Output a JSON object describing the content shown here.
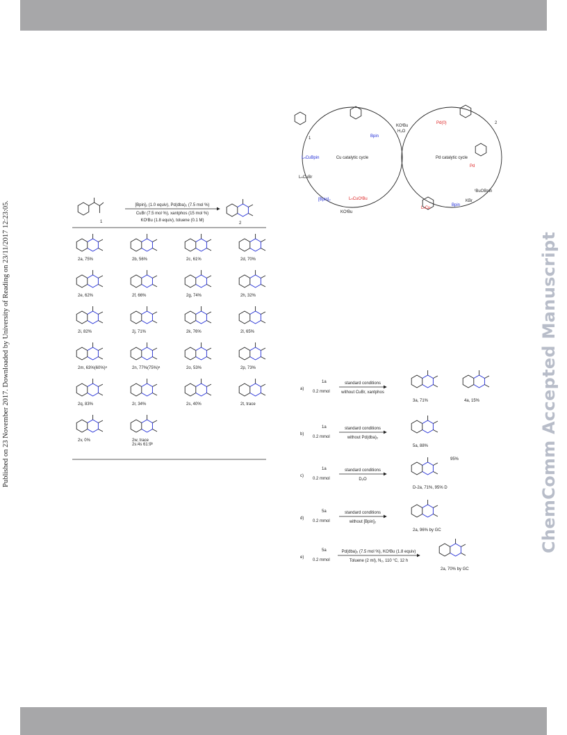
{
  "side_note": "Published on 23 November 2017. Downloaded by University of Reading on 23/11/2017 12:23:05.",
  "watermark": "ChemComm Accepted Manuscript",
  "scope": {
    "conditions": [
      "[Bpin]₂ (1.0 equiv), Pd(dba)₂ (7.5 mol %)",
      "CuBr (7.5 mol %), xantphos (15 mol %)",
      "KOᵗBu (1.8 equiv), toluene (0.1 M)"
    ],
    "reactant_label": "1",
    "product_label": "2",
    "products": [
      {
        "id": "2a",
        "yield": "75%"
      },
      {
        "id": "2b",
        "yield": "56%"
      },
      {
        "id": "2c",
        "yield": "61%"
      },
      {
        "id": "2d",
        "yield": "70%"
      },
      {
        "id": "2e",
        "yield": "62%"
      },
      {
        "id": "2f",
        "yield": "66%"
      },
      {
        "id": "2g",
        "yield": "74%"
      },
      {
        "id": "2h",
        "yield": "32%"
      },
      {
        "id": "2i",
        "yield": "82%"
      },
      {
        "id": "2j",
        "yield": "71%"
      },
      {
        "id": "2k",
        "yield": "76%"
      },
      {
        "id": "2l",
        "yield": "65%"
      },
      {
        "id": "2m",
        "yield": "63%(60%)ᵃ"
      },
      {
        "id": "2n",
        "yield": "77%(75%)ᵃ"
      },
      {
        "id": "2o",
        "yield": "53%"
      },
      {
        "id": "2p",
        "yield": "73%"
      },
      {
        "id": "2q",
        "yield": "83%"
      },
      {
        "id": "2r",
        "yield": "34%"
      },
      {
        "id": "2s",
        "yield": "40%"
      },
      {
        "id": "2t",
        "yield": "trace"
      },
      {
        "id": "2v",
        "yield": "0%"
      },
      {
        "id": "2w",
        "yield": "trace"
      }
    ],
    "note_2s": "2s:4s 61:9ᵇ"
  },
  "mechanism": {
    "cu_cycle": "Cu catalytic cycle",
    "pd_cycle": "Pd catalytic cycle",
    "labels": [
      "LₙCuBpin",
      "LₙCuOᵗBu",
      "[Bpin]₂",
      "KOᵗBu",
      "LₙCuBr",
      "KOᵗBu",
      "H₂O",
      "Bpin",
      "Pd(0)",
      "LₙCu",
      "Pd",
      "Bpin",
      "ᵗBuOBpin",
      "KBr"
    ],
    "compound_1": "1",
    "compound_2": "2"
  },
  "controls": [
    {
      "letter": "a)",
      "substrate": "1a",
      "amount": "0.2 mmol",
      "above": "standard conditions",
      "below": "without CuBr, xantphos",
      "products": [
        "3a, 71%",
        "4a, 15%"
      ]
    },
    {
      "letter": "b)",
      "substrate": "1a",
      "amount": "0.2 mmol",
      "above": "standard conditions",
      "below": "without Pd(dba)₂",
      "products": [
        "5a, 88%"
      ]
    },
    {
      "letter": "c)",
      "substrate": "1a",
      "amount": "0.2 mmol",
      "above": "standard conditions",
      "below": "D₂O",
      "products": [
        "D-2a, 71%, 95% D"
      ],
      "extra": "95%"
    },
    {
      "letter": "d)",
      "substrate": "5a",
      "amount": "0.2 mmol",
      "above": "standard conditions",
      "below": "without [Bpin]₂",
      "products": [
        "2a, 96% by GC"
      ]
    },
    {
      "letter": "e)",
      "substrate": "5a",
      "amount": "0.2 mmol",
      "above": "Pd(dba)₂ (7.5 mol %), KOᵗBu (1.8 equiv)",
      "below": "Toluene (2 ml), N₂, 110 °C, 12 h",
      "products": [
        "2a, 70% by GC"
      ]
    }
  ]
}
